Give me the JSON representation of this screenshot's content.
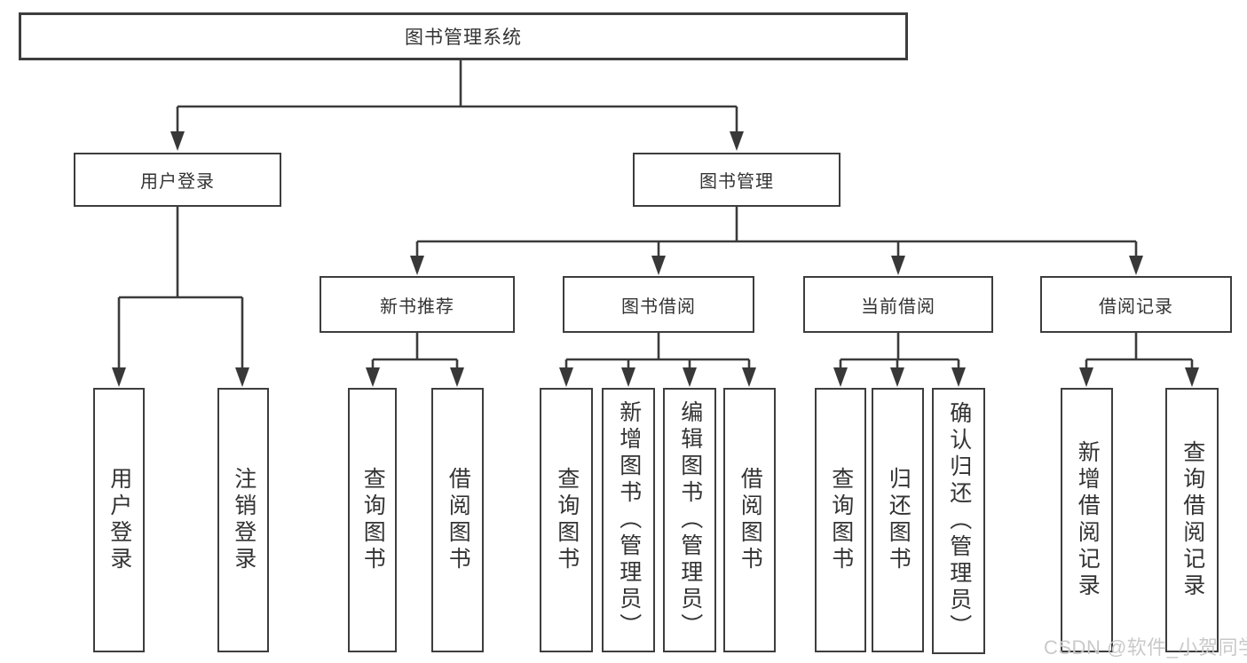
{
  "tree": {
    "root": {
      "label": "图书管理系统",
      "children": [
        {
          "label": "用户登录",
          "children": [
            {
              "label": "用户登录"
            },
            {
              "label": "注销登录"
            }
          ]
        },
        {
          "label": "图书管理",
          "children": [
            {
              "label": "新书推荐",
              "children": [
                {
                  "label": "查询图书"
                },
                {
                  "label": "借阅图书"
                }
              ]
            },
            {
              "label": "图书借阅",
              "children": [
                {
                  "label": "查询图书"
                },
                {
                  "label": "新增图书（管理员）"
                },
                {
                  "label": "编辑图书（管理员）"
                },
                {
                  "label": "借阅图书"
                }
              ]
            },
            {
              "label": "当前借阅",
              "children": [
                {
                  "label": "查询图书"
                },
                {
                  "label": "归还图书"
                },
                {
                  "label": "确认归还（管理员）"
                }
              ]
            },
            {
              "label": "借阅记录",
              "children": [
                {
                  "label": "新增借阅记录"
                },
                {
                  "label": "查询借阅记录"
                }
              ]
            }
          ]
        }
      ]
    }
  },
  "watermark": {
    "text": "CSDN @软件_小贺同学"
  },
  "colors": {
    "line": "#3b3b3b",
    "box_border": "#3d3d3d",
    "text": "#333333",
    "watermark": "#c9c9c9",
    "background": "#ffffff"
  }
}
